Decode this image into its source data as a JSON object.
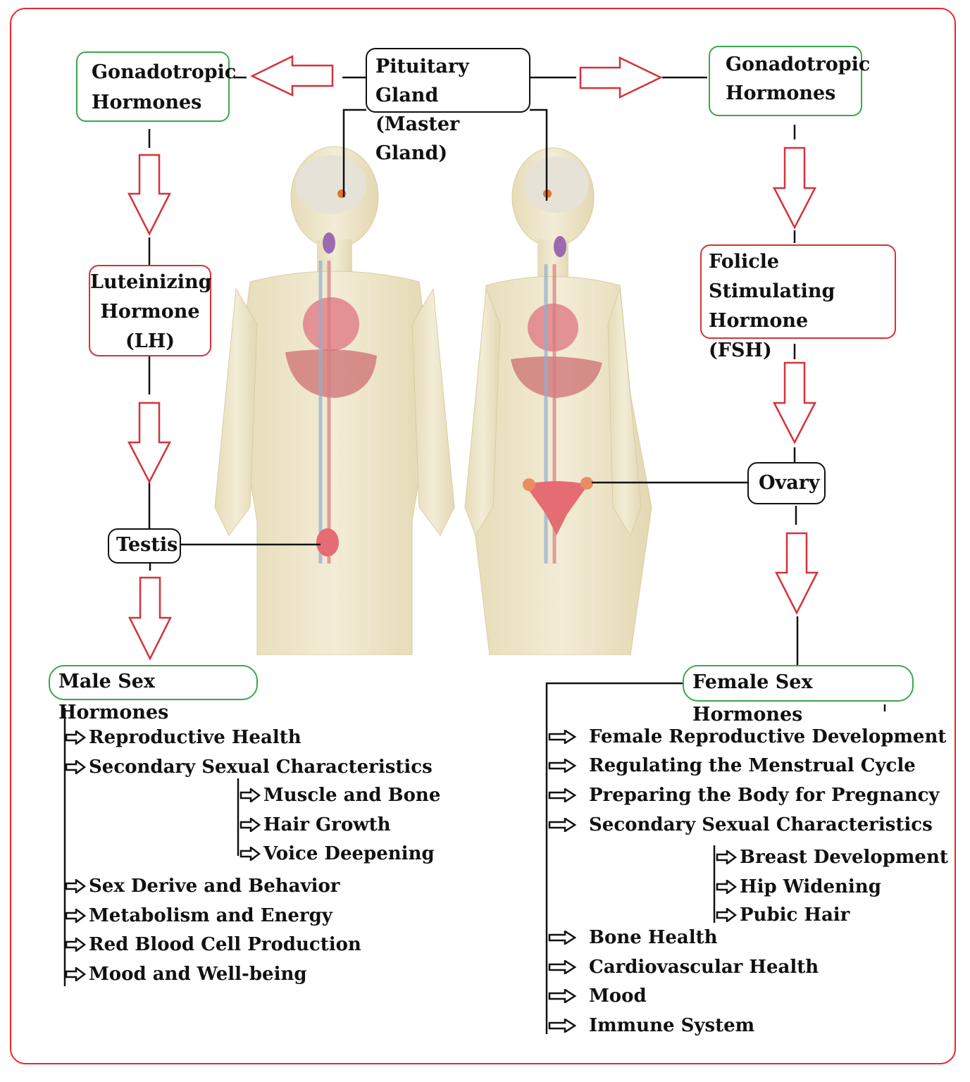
{
  "diagram": {
    "title_nodes": {
      "pituitary": [
        "Pituitary Gland",
        "(Master Gland)"
      ],
      "gonadotropic_left": [
        "Gonadotropic",
        "Hormones"
      ],
      "gonadotropic_right": [
        "Gonadotropic",
        "Hormones"
      ],
      "lh": [
        "Luteinizing",
        "Hormone",
        "(LH)"
      ],
      "fsh": [
        "Folicle Stimulating",
        "Hormone",
        "(FSH)"
      ],
      "testis": "Testis",
      "ovary": "Ovary",
      "male_sex_hormones": "Male Sex Hormones",
      "female_sex_hormones": "Female Sex Hormones"
    },
    "figures": {
      "male": "male-body-illustration",
      "female": "female-body-illustration"
    },
    "colors": {
      "frame": "#e8262d",
      "green_box": "#3aa84a",
      "red_box": "#d5323a",
      "arrow": "#d5323a",
      "text": "#111111"
    },
    "male_effects": {
      "items": [
        "Reproductive Health",
        "Secondary Sexual Characteristics",
        "Sex Derive and Behavior",
        "Metabolism and Energy",
        "Red Blood Cell Production",
        "Mood and Well-being"
      ],
      "sub_items": [
        "Muscle and Bone",
        "Hair Growth",
        "Voice Deepening"
      ]
    },
    "female_effects": {
      "items": [
        "Female Reproductive Development",
        "Regulating the Menstrual Cycle",
        "Preparing the Body for Pregnancy",
        "Secondary Sexual Characteristics",
        "Bone Health",
        "Cardiovascular Health",
        "Mood",
        "Immune System"
      ],
      "sub_items": [
        "Breast Development",
        "Hip Widening",
        "Pubic Hair"
      ]
    }
  }
}
